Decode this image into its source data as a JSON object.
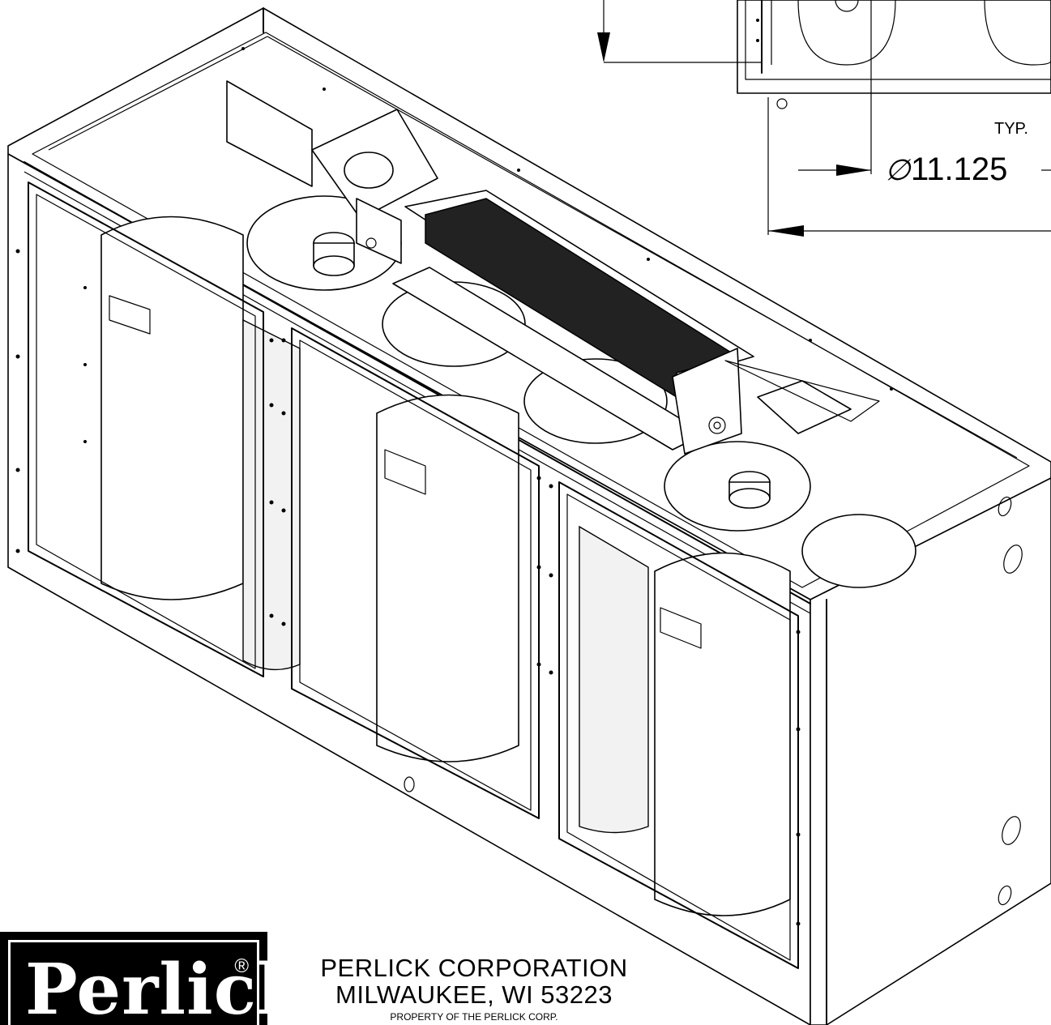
{
  "dimension_label_typ": "TYP.",
  "dimension_label_diameter": "11.125",
  "diameter_symbol": "∅",
  "logo": {
    "word": "Perlick",
    "registered_mark": "®"
  },
  "company": {
    "name": "PERLICK CORPORATION",
    "city": "MILWAUKEE, WI  53223",
    "property_note": "PROPERTY OF THE PERLICK CORP."
  },
  "colors": {
    "line": "#000000",
    "background": "#ffffff"
  }
}
